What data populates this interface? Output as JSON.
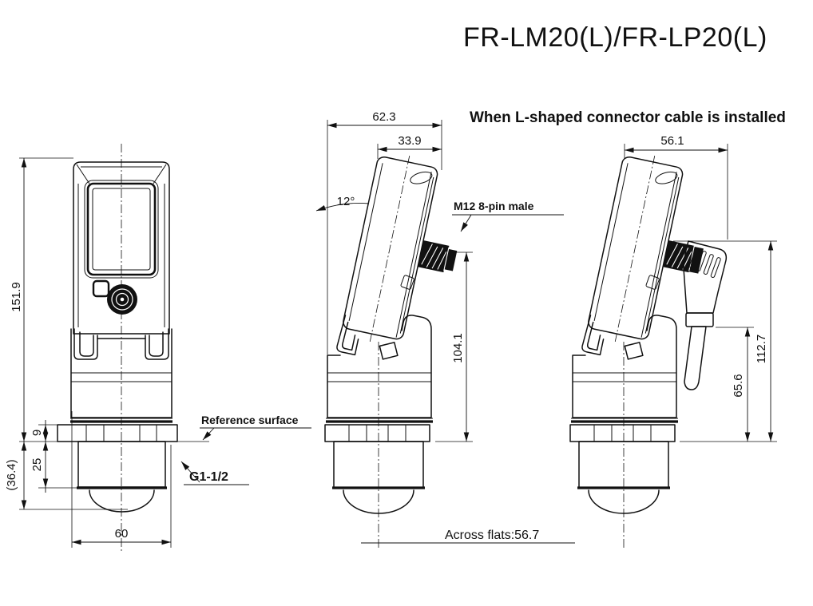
{
  "title": "FR-LM20(L)/FR-LP20(L)",
  "note": "When L-shaped connector cable is installed",
  "front_view": {
    "overall_height": "151.9",
    "nut_height": "9",
    "mount_section": "25",
    "lens_protrusion": "(36.4)",
    "body_width": "60"
  },
  "side_view": {
    "overall_depth": "62.3",
    "head_depth": "33.9",
    "head_tilt": "12°",
    "connector": "M12 8-pin male",
    "connector_height": "104.1",
    "reference": "Reference surface",
    "thread": "G1-1/2",
    "across_flats": "Across flats:56.7"
  },
  "l_connector_view": {
    "overall_depth": "56.1",
    "connector_top_height": "112.7",
    "cable_bend_height": "65.6"
  },
  "colors": {
    "line": "#111111",
    "background": "#ffffff"
  }
}
